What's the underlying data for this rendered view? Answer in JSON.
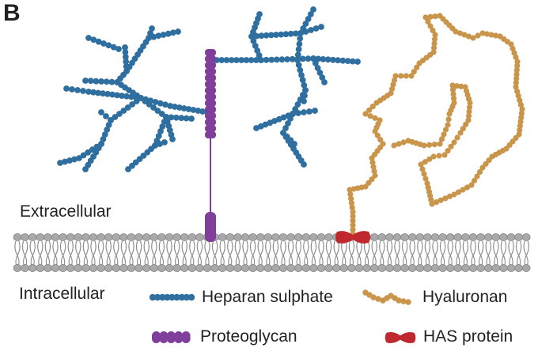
{
  "panel": {
    "letter": "B"
  },
  "regions": {
    "extracellular": "Extracellular",
    "intracellular": "Intracellular"
  },
  "legend": {
    "heparan_sulphate": "Heparan sulphate",
    "hyaluronan": "Hyaluronan",
    "proteoglycan": "Proteoglycan",
    "has_protein": "HAS protein"
  },
  "colors": {
    "heparan": "#2f6fa0",
    "proteoglycan": "#7f3f9a",
    "hyaluronan": "#c8954a",
    "has_protein": "#c0282f",
    "lipid_head": "#a9a9a9",
    "lipid_tail": "#8c8c8c"
  }
}
